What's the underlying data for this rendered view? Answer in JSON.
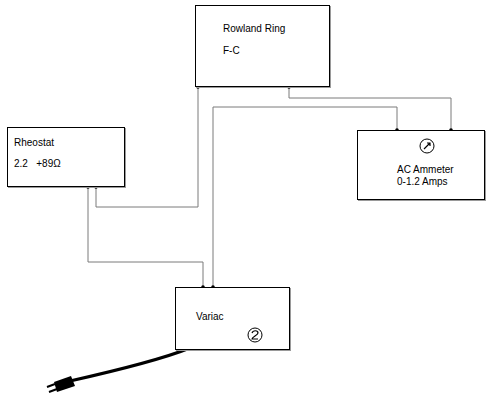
{
  "diagram": {
    "nodes": [
      {
        "text": [
          "Rowland Ring",
          "F-C"
        ]
      },
      {
        "text": [
          "Rheostat",
          "2.2   +89Ω"
        ]
      },
      {
        "text": [
          "AC Ammeter",
          "0-1.2 Amps"
        ]
      },
      {
        "text": [
          "Variac"
        ]
      }
    ],
    "edges": [
      {
        "from": 1,
        "to": 3,
        "arrow": "none"
      },
      {
        "from": 1,
        "to": 0,
        "arrow": "none"
      },
      {
        "from": 0,
        "to": 2,
        "arrow": "none"
      },
      {
        "from": 2,
        "to": 3,
        "arrow": "none"
      }
    ]
  }
}
